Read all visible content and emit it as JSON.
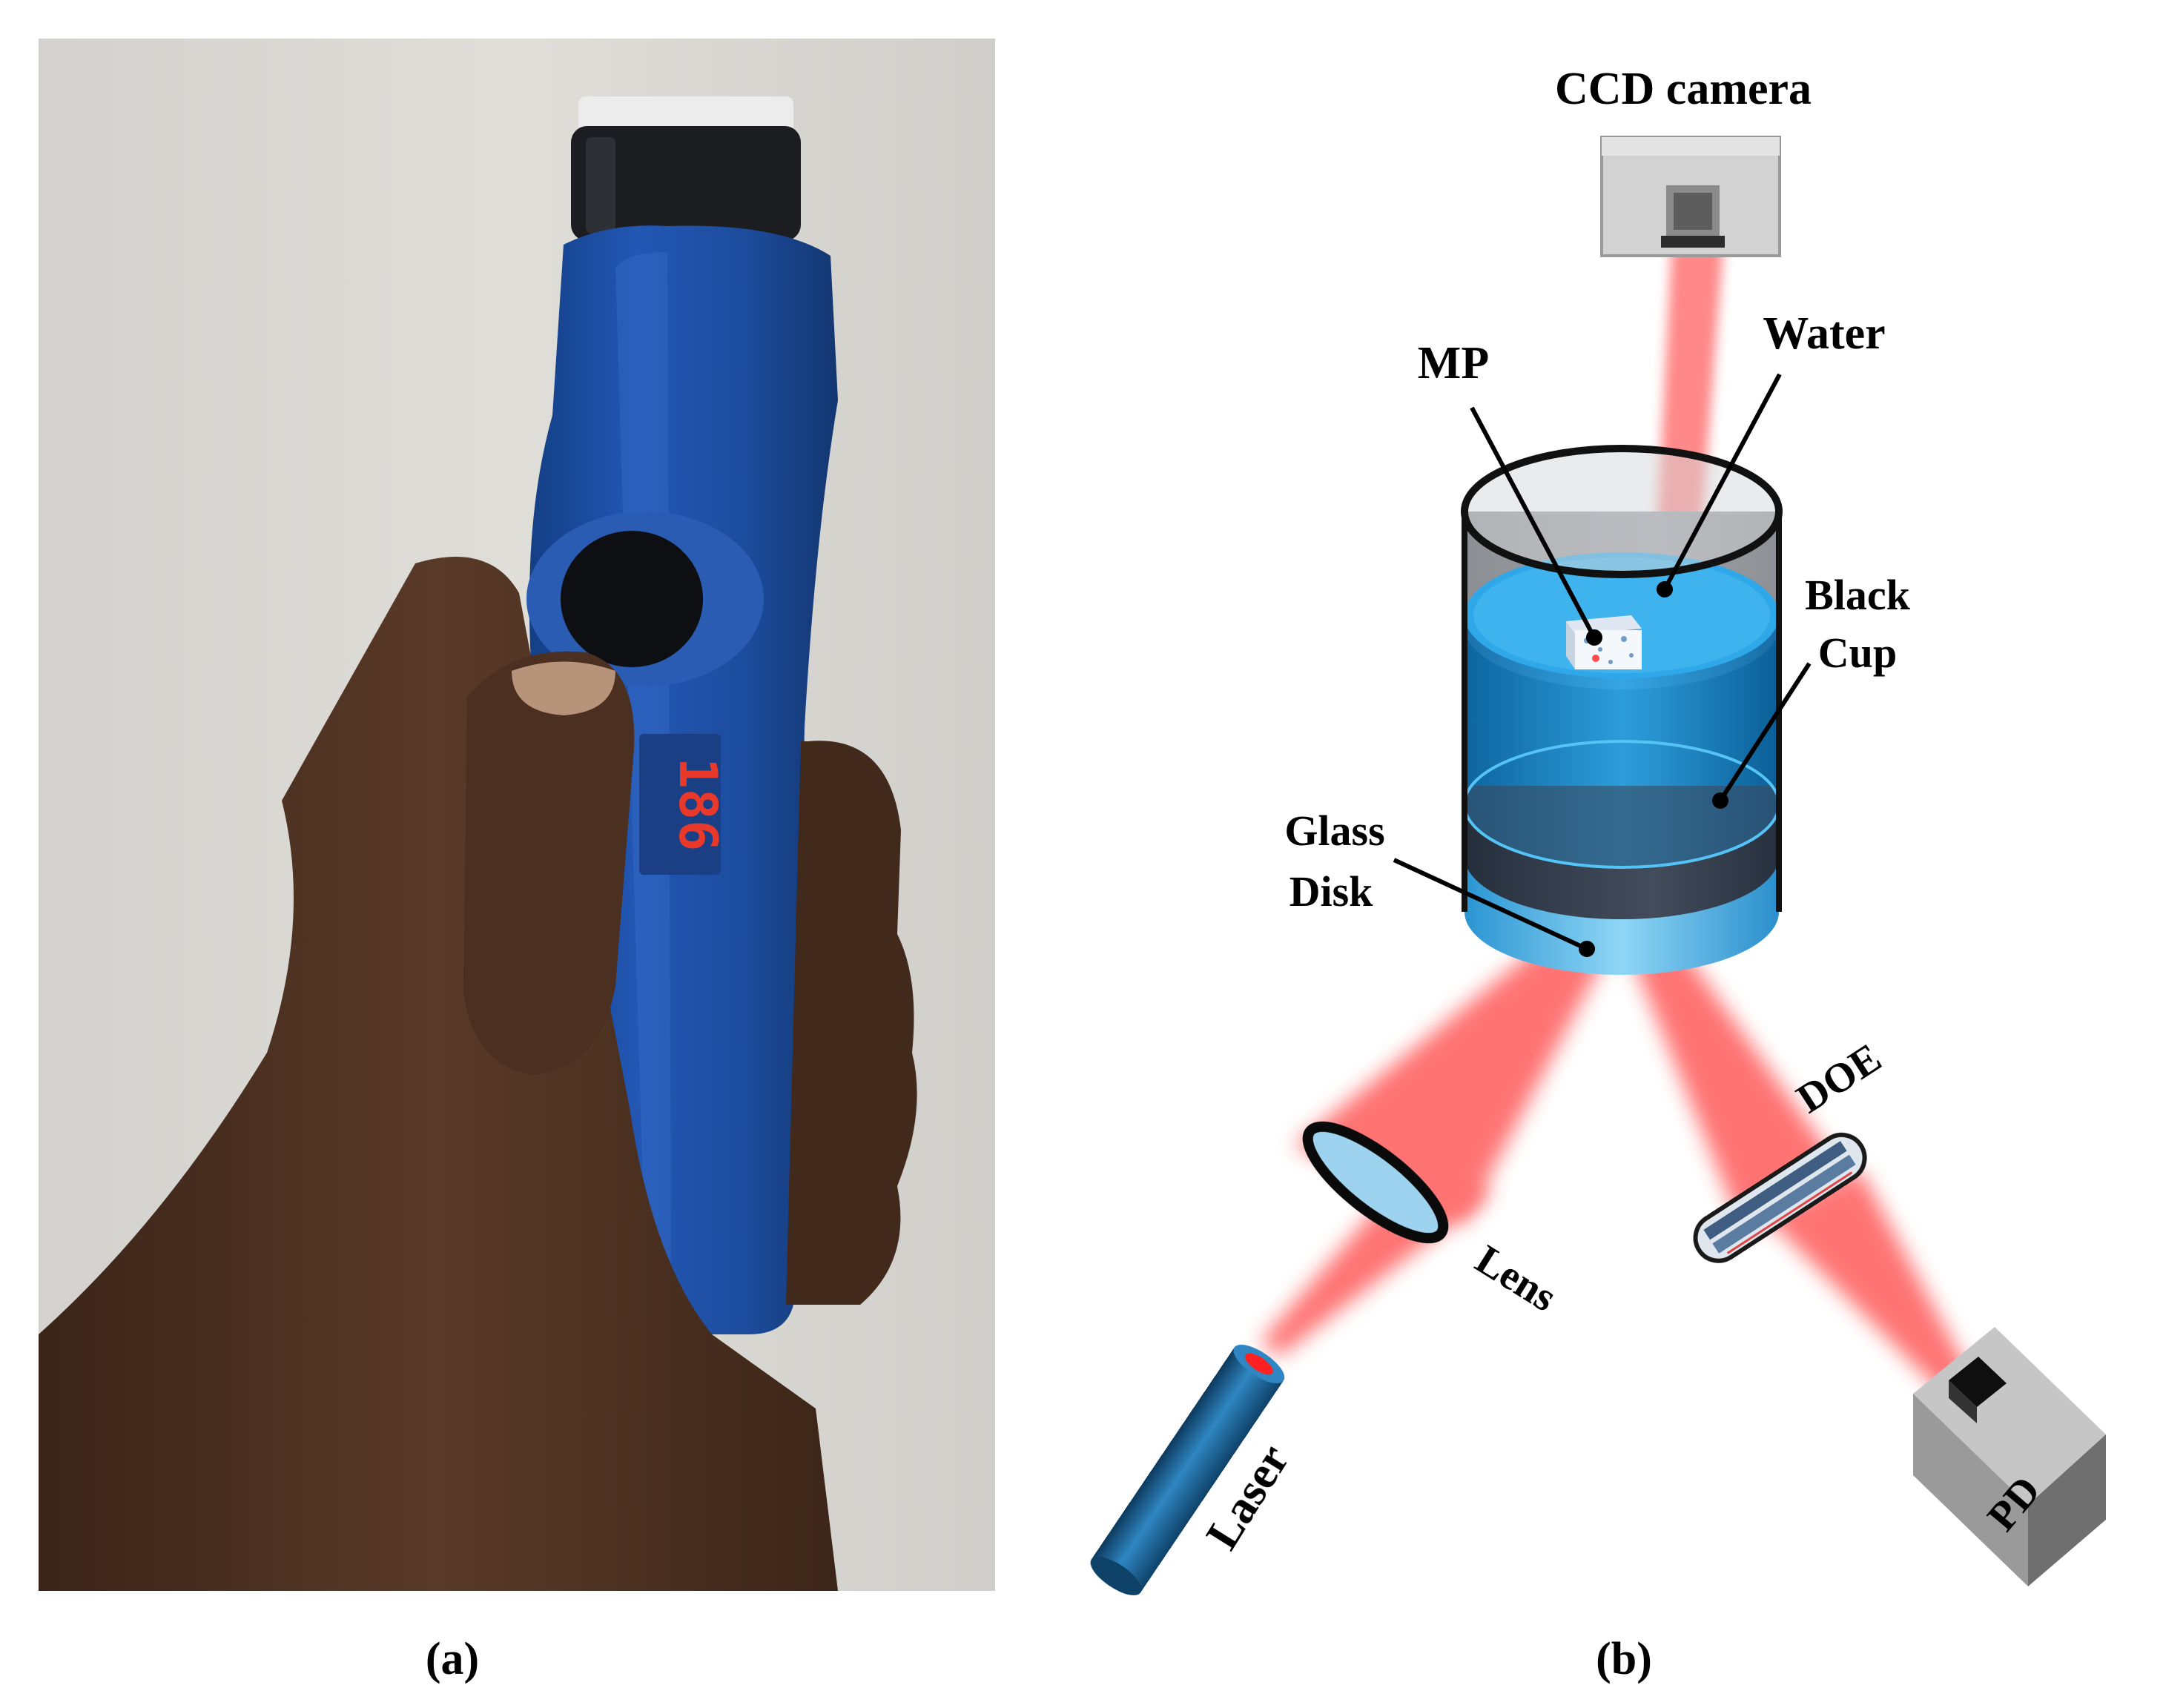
{
  "panel_a": {
    "display_reading": "186",
    "caption": "(a)"
  },
  "panel_b": {
    "caption": "(b)",
    "labels": {
      "ccd_camera": "CCD camera",
      "mp": "MP",
      "water": "Water",
      "black_cup_line1": "Black",
      "black_cup_line2": "Cup",
      "glass_disk_line1": "Glass",
      "glass_disk_line2": "Disk",
      "doe": "DOE",
      "lens": "Lens",
      "laser": "Laser",
      "pd": "PD"
    }
  },
  "colors": {
    "laser_beam": "#ff5a5a",
    "water": "#1e9be0",
    "device_body": "#1f4f9e",
    "cylinder_body": "#1a1e24",
    "laser_tube": "#1c5f92",
    "detector_gray": "#9a9a9a"
  }
}
